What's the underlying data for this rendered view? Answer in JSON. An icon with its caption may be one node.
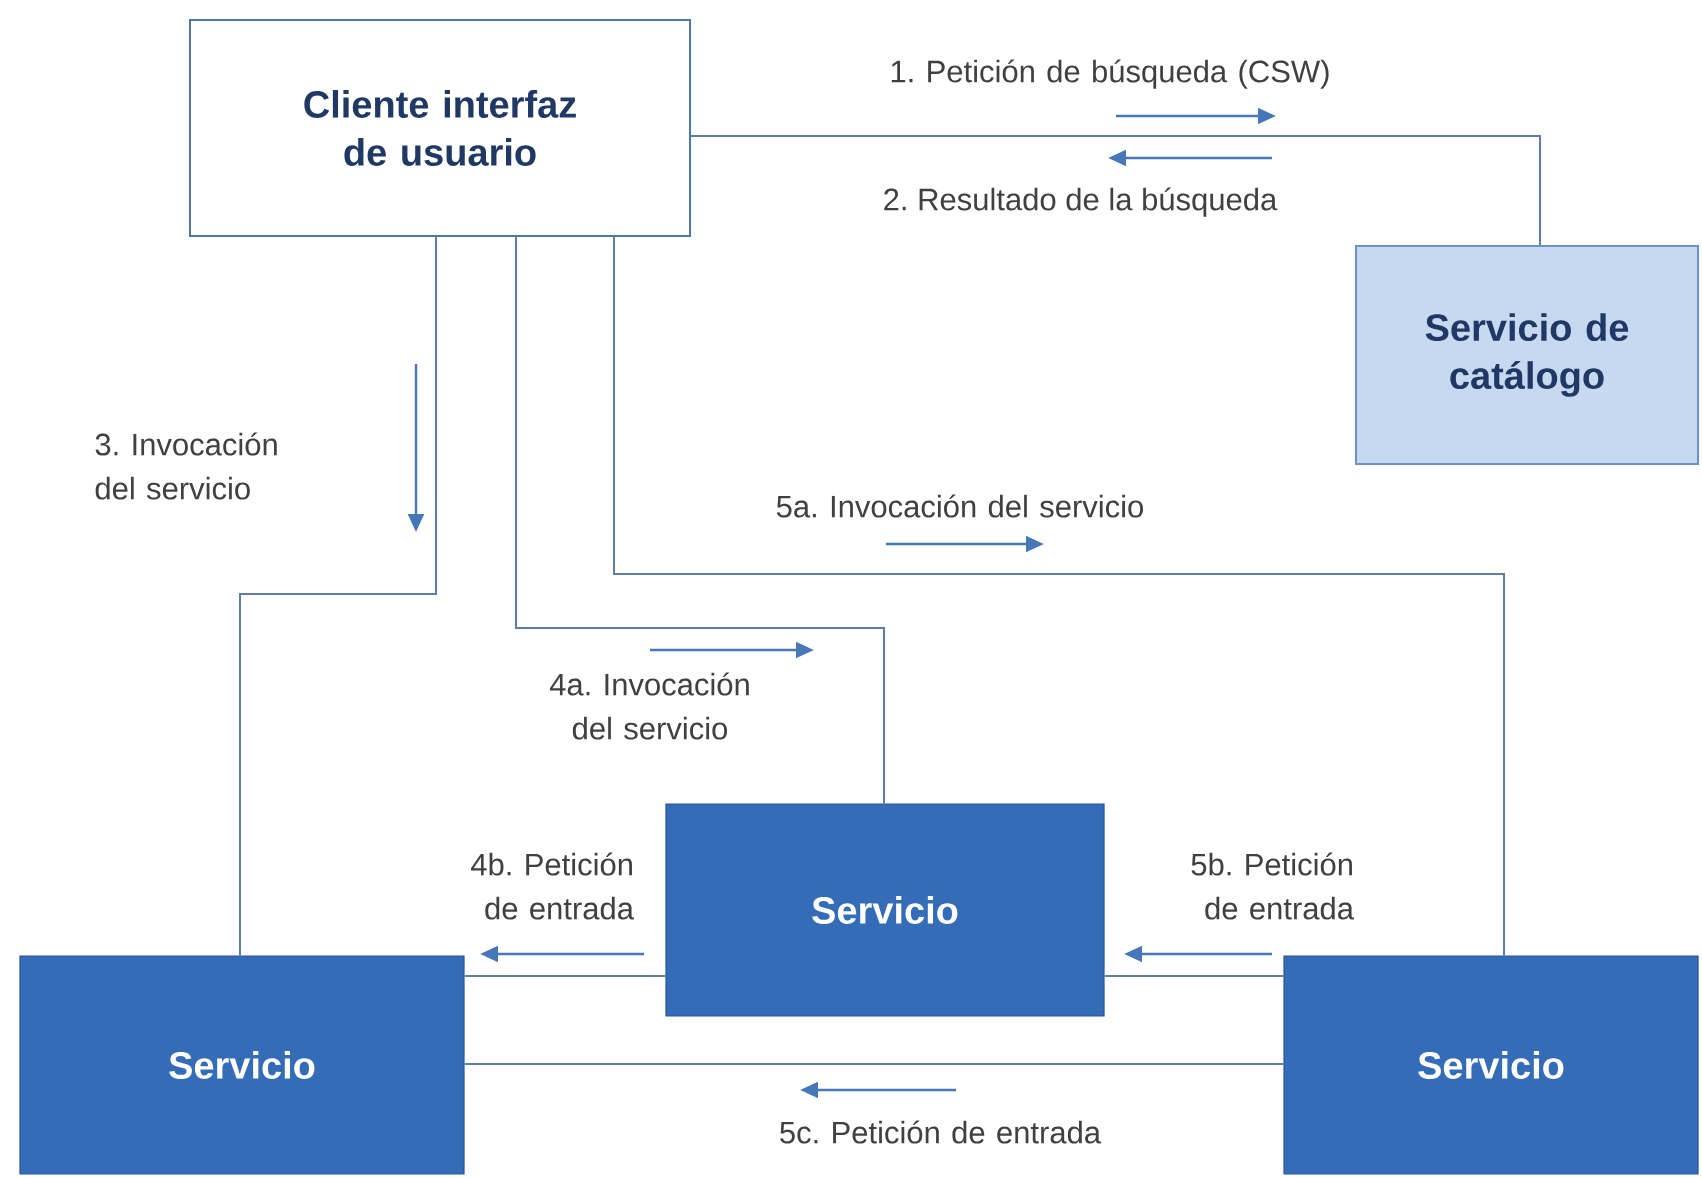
{
  "diagram": {
    "nodes": [
      {
        "text": [
          "Cliente interfaz de usuario"
        ]
      },
      {
        "text": [
          "Servicio de catálogo"
        ]
      },
      {
        "text": [
          "Servicio"
        ]
      },
      {
        "text": [
          "Servicio"
        ]
      },
      {
        "text": [
          "Servicio"
        ]
      }
    ],
    "edges": [
      {
        "from": 0,
        "to": 1,
        "arrow": "none",
        "label": "1. Petición de búsqueda (CSW)"
      },
      {
        "from": 0,
        "to": 3,
        "arrow": "none",
        "label": "3. Invocación del servicio"
      },
      {
        "from": 0,
        "to": 2,
        "arrow": "none",
        "label": "4a. Invocación del servicio"
      },
      {
        "from": 0,
        "to": 4,
        "arrow": "none",
        "label": "5a. Invocación del servicio"
      },
      {
        "from": 2,
        "to": 3,
        "arrow": "none",
        "label": "4b. Petición de entrada"
      },
      {
        "from": 4,
        "to": 2,
        "arrow": "none",
        "label": "5b. Petición de entrada"
      },
      {
        "from": 4,
        "to": 3,
        "arrow": "none",
        "label": "5c. Petición de entrada"
      }
    ],
    "labels": [
      "2. Resultado de la búsqueda"
    ]
  }
}
